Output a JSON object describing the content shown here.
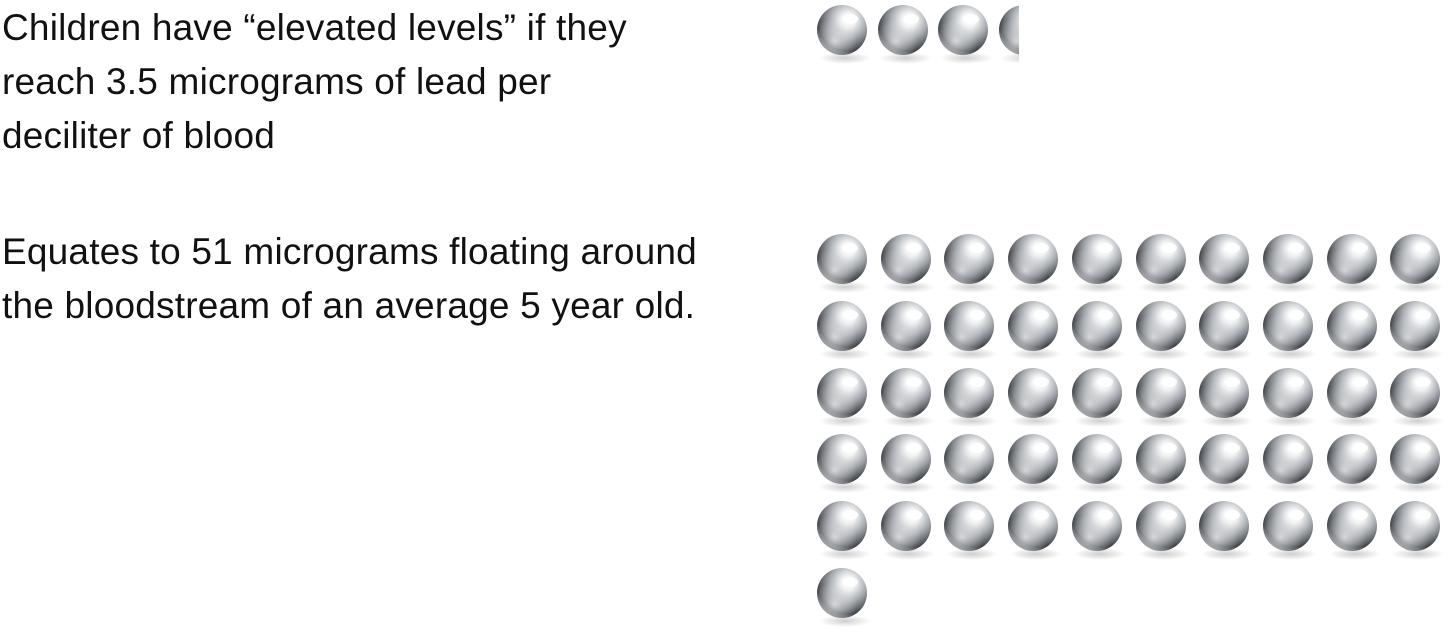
{
  "statements": [
    {
      "lines": [
        "Children have “elevated levels” if they",
        "reach 3.5 micrograms of lead per",
        "deciliter of blood"
      ],
      "ball_count": 3.5
    },
    {
      "lines": [
        "Equates to 51 micrograms floating around",
        "the bloodstream of an average 5 year old."
      ],
      "ball_count": 51
    }
  ],
  "icons": {
    "unit": "lead-ball-icon"
  },
  "colors": {
    "text": "#111111",
    "ball_light": "#ffffff",
    "ball_mid": "#a9adb2",
    "ball_dark": "#3e4146",
    "shadow": "#c9c9c9"
  }
}
